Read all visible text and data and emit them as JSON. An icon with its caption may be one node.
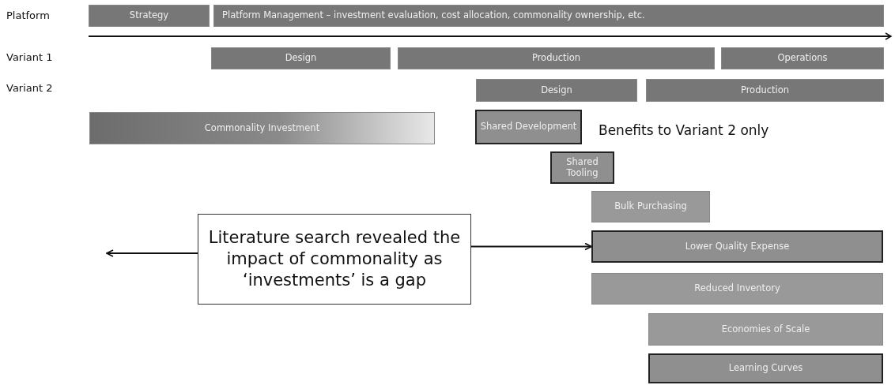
{
  "diagram": {
    "nodes": [
      {
        "text": [
          "Strategy"
        ]
      },
      {
        "text": [
          "Platform Management – investment evaluation, cost allocation, commonality ownership, etc."
        ]
      },
      {
        "text": [
          "Design"
        ]
      },
      {
        "text": [
          "Production"
        ]
      },
      {
        "text": [
          "Operations"
        ]
      },
      {
        "text": [
          "Design"
        ]
      },
      {
        "text": [
          "Production"
        ]
      },
      {
        "text": [
          "Commonality Investment"
        ]
      },
      {
        "text": [
          "Shared Development"
        ]
      },
      {
        "text": [
          "Shared Tooling"
        ]
      },
      {
        "text": [
          "Bulk Purchasing"
        ]
      },
      {
        "text": [
          "Literature search revealed the impact of commonality as ‘investments’ is a gap"
        ]
      },
      {
        "text": [
          "Lower Quality Expense"
        ]
      },
      {
        "text": [
          "Reduced Inventory"
        ]
      },
      {
        "text": [
          "Economies of Scale"
        ]
      },
      {
        "text": [
          "Learning Curves"
        ]
      }
    ],
    "edges": [
      {
        "from": 11,
        "to": null,
        "arrow": "to"
      },
      {
        "from": 11,
        "to": 12,
        "arrow": "to"
      }
    ],
    "labels": [
      "Platform",
      "Variant 1",
      "Variant 2",
      "Benefits to Variant 2 only"
    ]
  }
}
